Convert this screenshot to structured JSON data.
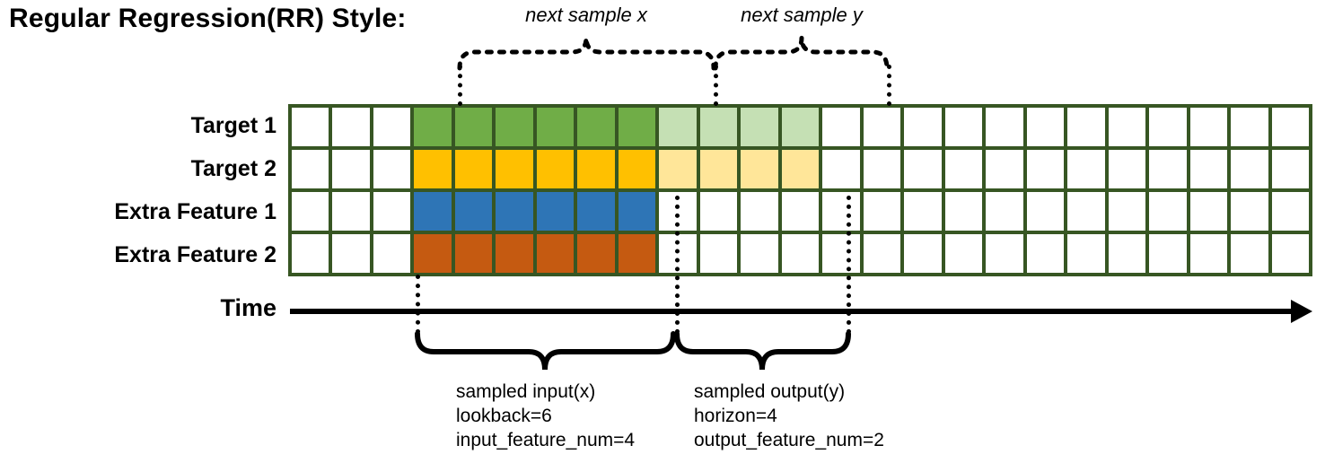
{
  "title": "Regular Regression(RR) Style:",
  "row_labels": [
    {
      "name": "target-1",
      "text": "Target 1"
    },
    {
      "name": "target-2",
      "text": "Target 2"
    },
    {
      "name": "extra-feature-1",
      "text": "Extra Feature 1"
    },
    {
      "name": "extra-feature-2",
      "text": "Extra Feature 2"
    }
  ],
  "axis": {
    "time_label": "Time"
  },
  "top_braces": [
    {
      "name": "next-sample-x",
      "text": "next sample x"
    },
    {
      "name": "next-sample-y",
      "text": "next sample y"
    }
  ],
  "bottom_braces": [
    {
      "name": "sampled-input",
      "line1": "sampled input(x)",
      "line2": "lookback=6",
      "line3": "input_feature_num=4"
    },
    {
      "name": "sampled-output",
      "line1": "sampled output(y)",
      "line2": "horizon=4",
      "line3": "output_feature_num=2"
    }
  ],
  "colors": {
    "border": "#375623",
    "green": "#70AD47",
    "yellow": "#FFC000",
    "blue": "#2E75B6",
    "orange": "#C55A11",
    "light_green": "#C5E0B4",
    "light_yellow": "#FFE699",
    "empty": "#FFFFFF",
    "line": "#000000"
  },
  "grid": {
    "columns": 25,
    "rows": 4,
    "lead_empty": 3,
    "input_window": 6,
    "output_window": 4,
    "cells": [
      [
        "empty",
        "empty",
        "empty",
        "green",
        "green",
        "green",
        "green",
        "green",
        "green",
        "light_green",
        "light_green",
        "light_green",
        "light_green",
        "empty",
        "empty",
        "empty",
        "empty",
        "empty",
        "empty",
        "empty",
        "empty",
        "empty",
        "empty",
        "empty",
        "empty"
      ],
      [
        "empty",
        "empty",
        "empty",
        "yellow",
        "yellow",
        "yellow",
        "yellow",
        "yellow",
        "yellow",
        "light_yellow",
        "light_yellow",
        "light_yellow",
        "light_yellow",
        "empty",
        "empty",
        "empty",
        "empty",
        "empty",
        "empty",
        "empty",
        "empty",
        "empty",
        "empty",
        "empty",
        "empty"
      ],
      [
        "empty",
        "empty",
        "empty",
        "blue",
        "blue",
        "blue",
        "blue",
        "blue",
        "blue",
        "empty",
        "empty",
        "empty",
        "empty",
        "empty",
        "empty",
        "empty",
        "empty",
        "empty",
        "empty",
        "empty",
        "empty",
        "empty",
        "empty",
        "empty",
        "empty"
      ],
      [
        "empty",
        "empty",
        "empty",
        "orange",
        "orange",
        "orange",
        "orange",
        "orange",
        "orange",
        "empty",
        "empty",
        "empty",
        "empty",
        "empty",
        "empty",
        "empty",
        "empty",
        "empty",
        "empty",
        "empty",
        "empty",
        "empty",
        "empty",
        "empty",
        "empty"
      ]
    ]
  }
}
